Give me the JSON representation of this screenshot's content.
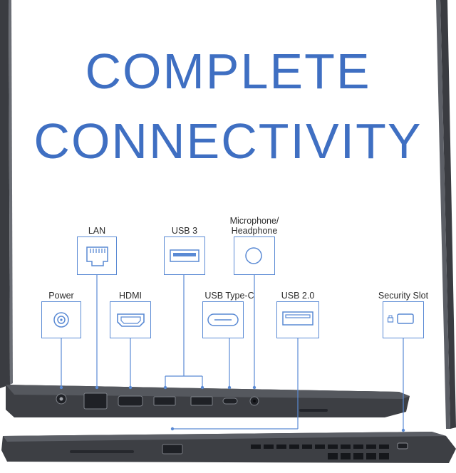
{
  "headline": {
    "line1": "COMPLETE",
    "line2": "CONNECTIVITY"
  },
  "ports": {
    "power": "Power",
    "lan": "LAN",
    "hdmi": "HDMI",
    "usb3": "USB 3",
    "usb_type_c": "USB Type-C",
    "mic_headphone_line1": "Microphone/",
    "mic_headphone_line2": "Headphone",
    "usb2": "USB 2.0",
    "security_slot": "Security Slot"
  },
  "colors": {
    "accent": "#3f6fc2",
    "line": "#5a8ad4",
    "chassis": "#3d3f44",
    "label": "#2a2a2a"
  },
  "icons": [
    "power-port-icon",
    "lan-port-icon",
    "hdmi-port-icon",
    "usb3-port-icon",
    "usb-c-port-icon",
    "audio-jack-icon",
    "usb2-port-icon",
    "security-slot-icon"
  ]
}
